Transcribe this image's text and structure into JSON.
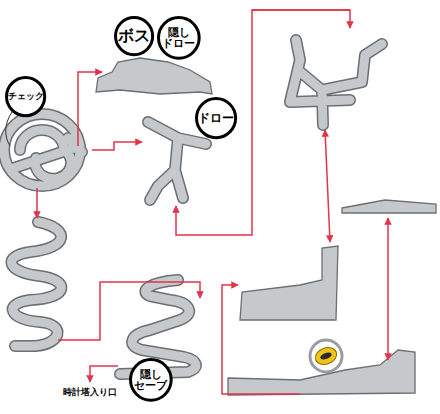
{
  "diagram": {
    "nodes": [
      {
        "text": [
          "ボス"
        ]
      },
      {
        "text": [
          "隠し ドロー"
        ]
      },
      {
        "text": [
          "チェック"
        ]
      },
      {
        "text": [
          "ドロー"
        ]
      },
      {
        "text": [
          "隠し セーブ"
        ]
      }
    ],
    "labels": [
      "時計塔入り口"
    ]
  }
}
